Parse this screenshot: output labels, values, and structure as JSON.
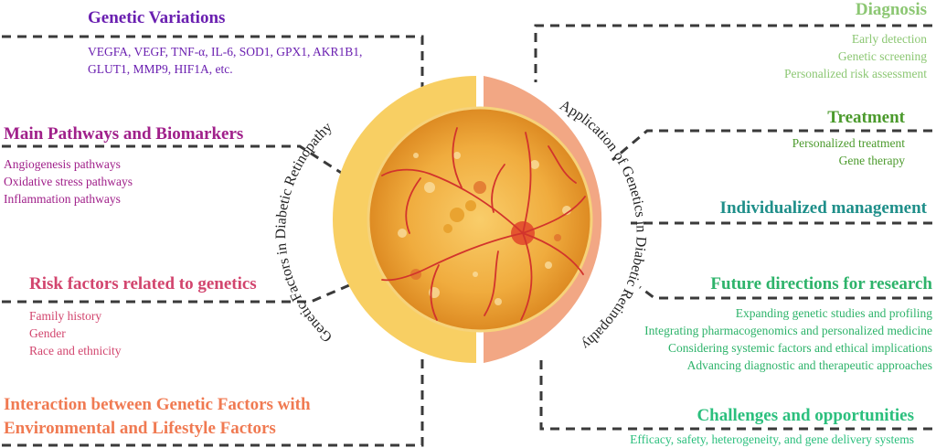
{
  "left": {
    "genetic_variations": {
      "title": "Genetic Variations",
      "lines": [
        "VEGFA, VEGF, TNF-α, IL-6, SOD1, GPX1, AKR1B1,",
        "GLUT1, MMP9, HIF1A, etc."
      ]
    },
    "pathways": {
      "title": "Main Pathways and Biomarkers",
      "lines": [
        "Angiogenesis pathways",
        "Oxidative stress pathways",
        "Inflammation pathways"
      ]
    },
    "risk_factors": {
      "title": "Risk factors related to genetics",
      "lines": [
        "Family history",
        "Gender",
        "Race and ethnicity"
      ]
    },
    "interaction": {
      "title_line1": "Interaction between Genetic Factors with",
      "title_line2": "Environmental and Lifestyle Factors"
    }
  },
  "right": {
    "diagnosis": {
      "title": "Diagnosis",
      "lines": [
        "Early detection",
        "Genetic screening",
        "Personalized risk assessment"
      ]
    },
    "treatment": {
      "title": "Treatment",
      "lines": [
        "Personalized treatment",
        "Gene therapy"
      ]
    },
    "individualized": {
      "title": "Individualized management"
    },
    "future": {
      "title": "Future directions for research",
      "lines": [
        "Expanding genetic studies and profiling",
        "Integrating pharmacogenomics and personalized medicine",
        "Considering systemic factors and ethical implications",
        "Advancing diagnostic and therapeutic approaches"
      ]
    },
    "challenges": {
      "title": "Challenges and opportunities",
      "lines": [
        "Efficacy, safety, heterogeneity, and gene delivery systems"
      ]
    }
  },
  "center": {
    "left_arc_label": "Genetic Factors in Diabetic Retinopathy",
    "right_arc_label": "Application of Genetics in Diabetic Retinopathy"
  },
  "colors": {
    "left_ring": "#f8cf63",
    "right_ring": "#f2a784",
    "retina_outer": "#e69a2e",
    "retina_inner": "#f6c25a",
    "vessel": "#d2342c",
    "connector": "#3a3a3a"
  }
}
